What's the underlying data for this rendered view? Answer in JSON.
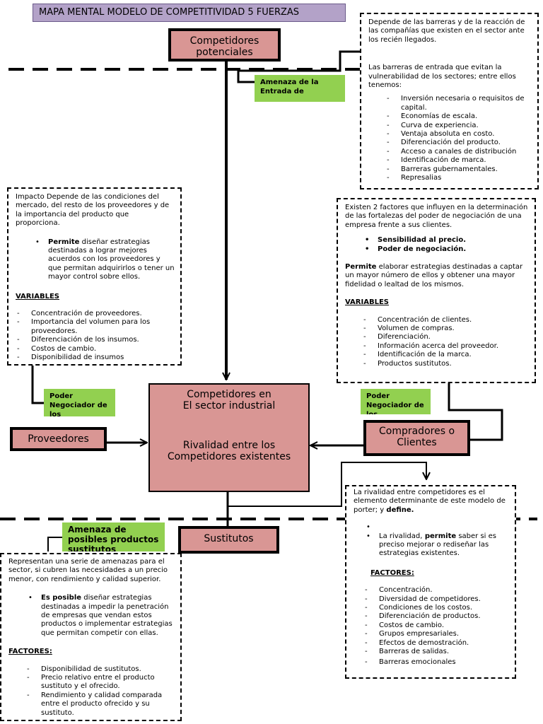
{
  "title": "MAPA MENTAL MODELO DE COMPETITIVIDAD 5 FUERZAS",
  "nodes": {
    "potenciales": "Competidores potenciales",
    "central_top_1": "Competidores en",
    "central_top_2": "El sector industrial",
    "central_bottom_1": "Rivalidad entre los",
    "central_bottom_2": "Competidores existentes",
    "proveedores": "Proveedores",
    "compradores": "Compradores o Clientes",
    "sustitutos": "Sustitutos"
  },
  "labels": {
    "amenaza_entrada": "Amenaza de la Entrada     de",
    "poder_proveedores": "Poder Negociador de los",
    "poder_compradores": "Poder Negociador de los",
    "amenaza_sustitutos": "Amenaza de posibles productos sustitutos"
  },
  "boxes": {
    "entrada": {
      "p1": "Depende de las barreras y de la reacción de las compañías que existen en el sector ante los recién llegados.",
      "p2": "Las barreras de entrada que evitan la vulnerabilidad de los sectores; entre ellos tenemos:",
      "items": [
        "Inversión necesaria o requisitos de capital.",
        "Economías de escala.",
        "Curva de experiencia.",
        "Ventaja absoluta en costo.",
        "Diferenciación del producto.",
        "Acceso a canales de distribución",
        "Identificación de marca.",
        "Barreras gubernamentales.",
        "Represalias"
      ]
    },
    "proveedores": {
      "p1": "Impacto Depende de las condiciones del mercado, del resto de los proveedores y de la importancia del producto que proporciona.",
      "bold": "Permite",
      "bullet_rest": " diseñar estrategias destinadas a lograr mejores acuerdos con los proveedores y que permitan adquirirlos o tener un mayor control sobre ellos.",
      "heading": "VARIABLES",
      "items": [
        "Concentración de proveedores.",
        "Importancia del volumen para los proveedores.",
        "Diferenciación de los insumos.",
        "Costos de cambio.",
        "Disponibilidad de insumos"
      ]
    },
    "compradores": {
      "p1": "Existen 2 factores que influyen en la determinación de las fortalezas del poder de negociación de una empresa frente a sus clientes.",
      "bullets": [
        "Sensibilidad al precio.",
        "Poder de negociación."
      ],
      "bold": "Permite",
      "p2_rest": " elaborar estrategias destinadas a captar un mayor número de ellos y obtener una mayor fidelidad o lealtad de los mismos.",
      "heading": "VARIABLES",
      "items": [
        "Concentración de clientes.",
        "Volumen de compras.",
        "Diferenciación.",
        "Información acerca del proveedor.",
        "Identificación de la marca.",
        "Productos sustitutos."
      ]
    },
    "sustitutos": {
      "p1": "Representan una serie de amenazas para el sector, si cubren las necesidades a un precio menor, con rendimiento y calidad superior.",
      "bold": "Es posible",
      "bullet_rest": " diseñar estrategias destinadas a impedir la penetración de empresas que vendan estos productos o implementar estrategias que permitan competir con ellas.",
      "heading": "FACTORES:",
      "items": [
        "Disponibilidad de sustitutos.",
        "Precio relativo entre el producto sustituto y el ofrecido.",
        "Rendimiento y calidad comparada entre el producto ofrecido y su sustituto."
      ]
    },
    "rivalidad": {
      "p1": "La rivalidad entre competidores es el elemento determinante de este modelo de porter; y",
      "p1_bold": "define.",
      "bullet_a": "La rivalidad,",
      "bullet_bold": " permite",
      "bullet_rest": " saber si es preciso mejorar o rediseñar las estrategias existentes.",
      "heading": "FACTORES:",
      "items": [
        "Concentración.",
        "Diversidad de competidores.",
        "Condiciones de los costos.",
        "Diferenciación de productos.",
        "Costos de cambio.",
        "Grupos empresariales.",
        "Efectos de demostración.",
        "Barreras de salidas.",
        "Barreras emocionales"
      ]
    }
  }
}
